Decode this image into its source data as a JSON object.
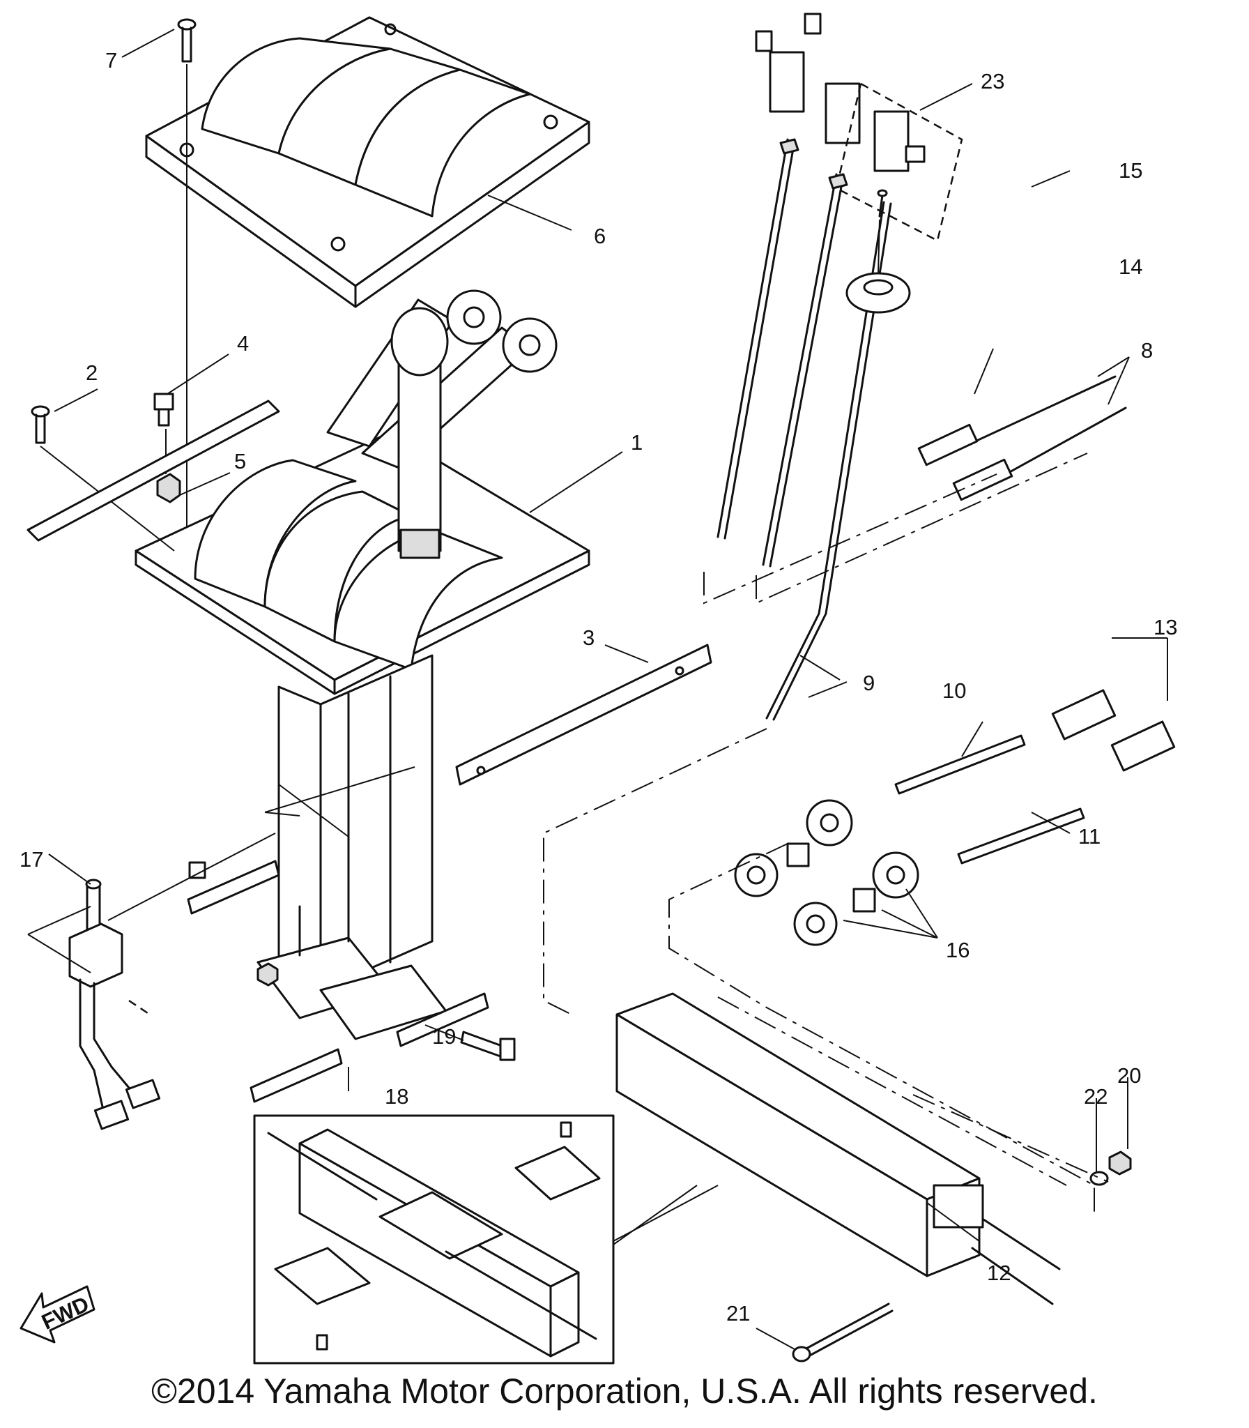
{
  "callouts": {
    "c1": "1",
    "c2": "2",
    "c3": "3",
    "c4": "4",
    "c5": "5",
    "c6": "6",
    "c7": "7",
    "c8": "8",
    "c9": "9",
    "c10": "10",
    "c11": "11",
    "c12": "12",
    "c13": "13",
    "c14": "14",
    "c15": "15",
    "c16": "16",
    "c17": "17",
    "c18": "18",
    "c19": "19",
    "c20": "20",
    "c21": "21",
    "c22": "22",
    "c23": "23"
  },
  "fwd_label": "FWD",
  "copyright": "©2014 Yamaha Motor Corporation, U.S.A. All rights reserved."
}
